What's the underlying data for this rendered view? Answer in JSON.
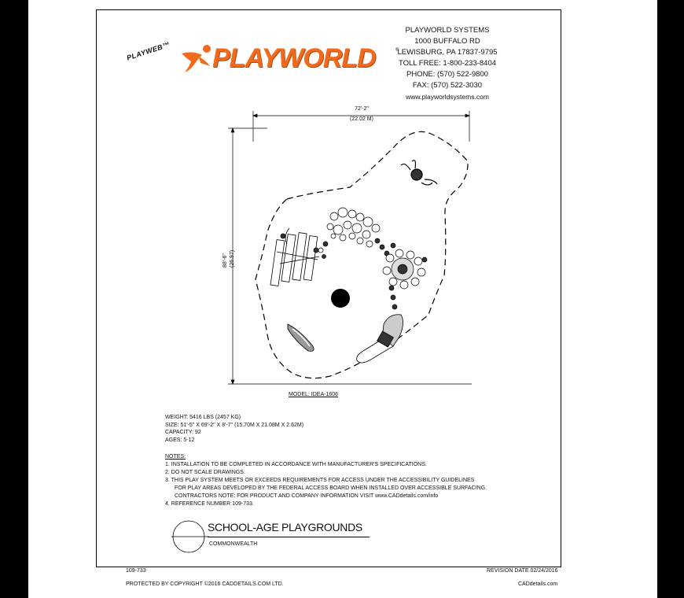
{
  "logo": {
    "playweb": "PLAYWEB™",
    "brand": "PLAYWORLD",
    "registered": "®"
  },
  "address": {
    "company": "PLAYWORLD SYSTEMS",
    "street": "1000 BUFFALO RD",
    "city": "LEWISBURG, PA 17837-9795",
    "tollfree": "TOLL FREE: 1-800-233-8404",
    "phone": "PHONE: (570) 522-9800",
    "fax": "FAX: (570) 522-3030",
    "web": "www.playworldsystems.com"
  },
  "dimensions": {
    "width_imperial": "72'-2\"",
    "width_metric": "(22.02 M)",
    "height_imperial": "88'-6\"",
    "height_metric": "(26.97)"
  },
  "model_label": "MODEL: IDEA-1606",
  "specs": {
    "weight": "WEIGHT: 5416 LBS (2457 KG)",
    "size": "SIZE: 51'-5\" X 69'-2\" X 8'-7\" (15.70M X 21.08M X 2.62M)",
    "capacity": "CAPACITY: 92",
    "ages": "AGES: 5-12"
  },
  "notes": {
    "header": "NOTES:",
    "n1": "1.  INSTALLATION TO BE COMPLETED IN ACCORDANCE WITH MANUFACTURER'S SPECIFICATIONS.",
    "n2": "2.  DO NOT SCALE DRAWINGS.",
    "n3a": "3.  THIS PLAY SYSTEM MEETS OR EXCEEDS REQUIREMENTS FOR ACCESS UNDER THE ACCESSIBILITY GUIDELINES",
    "n3b": "FOR PLAY AREAS DEVELOPED BY THE FEDERAL ACCESS BOARD WHEN INSTALLED OVER ACCESSIBLE SURFACING.",
    "n3c": "CONTRACTORS NOTE: FOR PRODUCT AND COMPANY INFORMATION VISIT www.CADdetails.com/info",
    "n4": "4.  REFERENCE NUMBER 109-733."
  },
  "title": {
    "main": "SCHOOL-AGE PLAYGROUNDS",
    "sub": "COMMONWEALTH"
  },
  "reference": "109-733",
  "revision": "REVISION DATE 02/24/2016",
  "footer": {
    "copyright": "PROTECTED BY COPYRIGHT ©2016 CADDETAILS.COM LTD.",
    "site": "CADdetails.com"
  }
}
